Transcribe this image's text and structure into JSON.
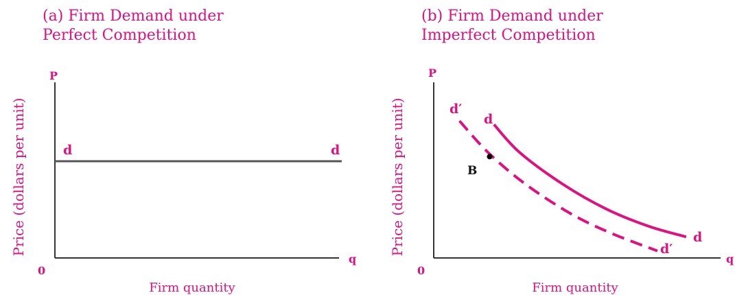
{
  "colors": {
    "accent": "#e0117f",
    "axis": "#333333",
    "flat_demand": "#555555",
    "point": "#000000"
  },
  "chart_data": [
    {
      "type": "line",
      "title_lines": [
        "(a) Firm Demand under",
        "Perfect Competition"
      ],
      "ylabel": "Price (dollars per unit)",
      "xlabel": "Firm quantity",
      "y_axis_label": "P",
      "x_axis_label": "q",
      "origin_label": "0",
      "series": [
        {
          "name": "d",
          "style": "solid",
          "label_left": "d",
          "label_right": "d",
          "points": [
            [
              0,
              0.5
            ],
            [
              1,
              0.5
            ]
          ]
        }
      ]
    },
    {
      "type": "line",
      "title_lines": [
        "(b) Firm Demand under",
        "Imperfect Competition"
      ],
      "ylabel": "Price (dollars per unit)",
      "xlabel": "Firm quantity",
      "y_axis_label": "P",
      "x_axis_label": "q",
      "origin_label": "0",
      "series": [
        {
          "name": "d",
          "style": "solid",
          "label_start": "d",
          "label_end": "d",
          "points": [
            [
              0.21,
              0.76
            ],
            [
              0.3,
              0.6
            ],
            [
              0.45,
              0.42
            ],
            [
              0.6,
              0.28
            ],
            [
              0.75,
              0.18
            ],
            [
              0.88,
              0.12
            ]
          ]
        },
        {
          "name": "d′",
          "style": "dashed",
          "label_start": "d′",
          "label_end": "d′",
          "points": [
            [
              0.09,
              0.78
            ],
            [
              0.19,
              0.6
            ],
            [
              0.32,
              0.42
            ],
            [
              0.48,
              0.25
            ],
            [
              0.62,
              0.14
            ],
            [
              0.78,
              0.04
            ]
          ]
        }
      ],
      "annotations": [
        {
          "text": "B",
          "point": [
            0.195,
            0.577
          ]
        }
      ]
    }
  ]
}
